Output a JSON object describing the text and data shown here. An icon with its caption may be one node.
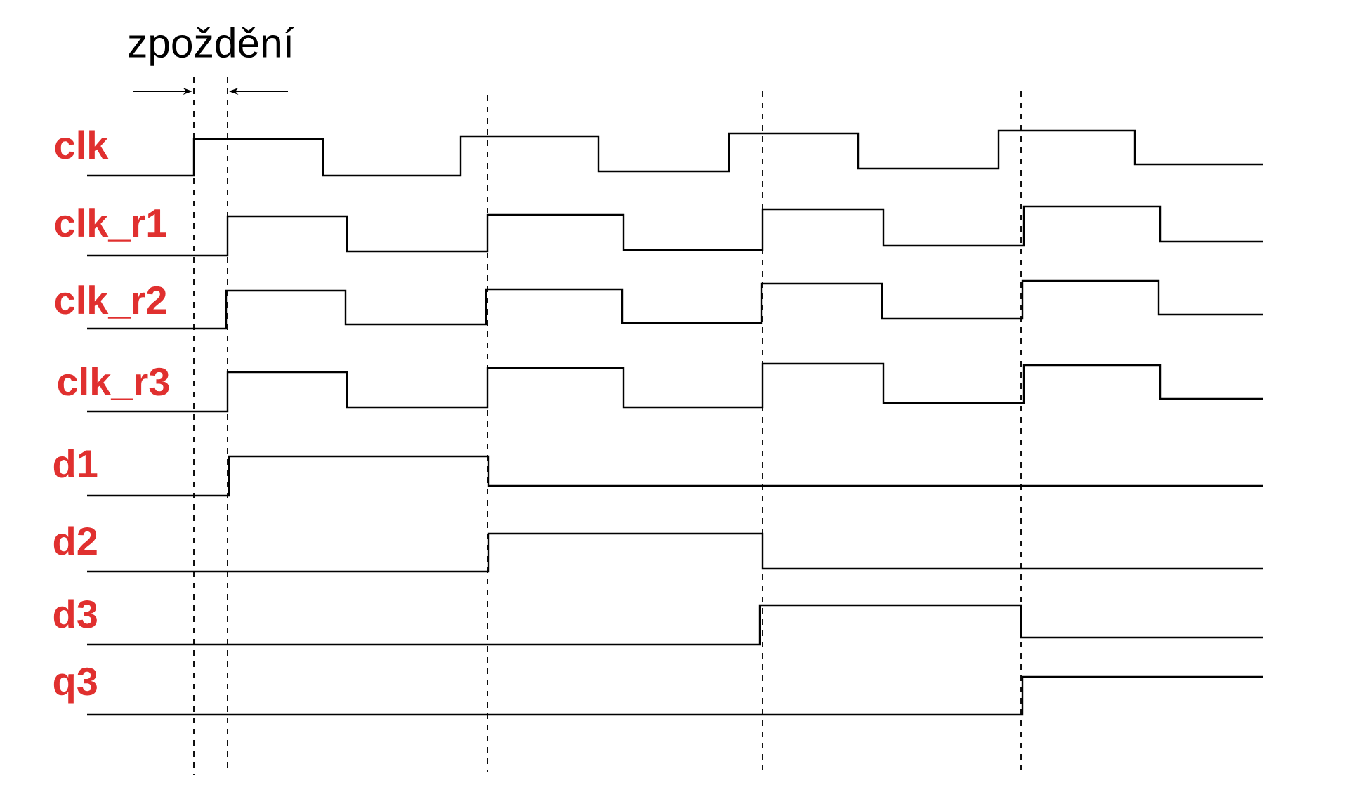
{
  "diagram": {
    "labels": [
      "zpoždění",
      "clk",
      "clk_r1",
      "clk_r2",
      "clk_r3",
      "d1",
      "d2",
      "d3",
      "q3"
    ]
  }
}
